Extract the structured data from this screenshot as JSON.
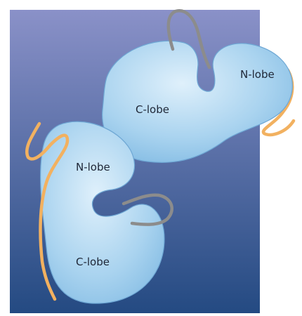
{
  "diagram": {
    "labels": {
      "top_c_lobe": "C-lobe",
      "top_n_lobe": "N-lobe",
      "bottom_n_lobe": "N-lobe",
      "bottom_c_lobe": "C-lobe"
    },
    "colors": {
      "background_top": "#8a91c8",
      "background_bottom": "#244a82",
      "lobe_fill_light": "#dff0fb",
      "lobe_fill_mid": "#a9d3ef",
      "lobe_fill_dark": "#7fb9e2",
      "lobe_outline": "#6ea7d4",
      "orange_strand": "#f2b160",
      "grey_strand": "#8c8c8c"
    }
  }
}
